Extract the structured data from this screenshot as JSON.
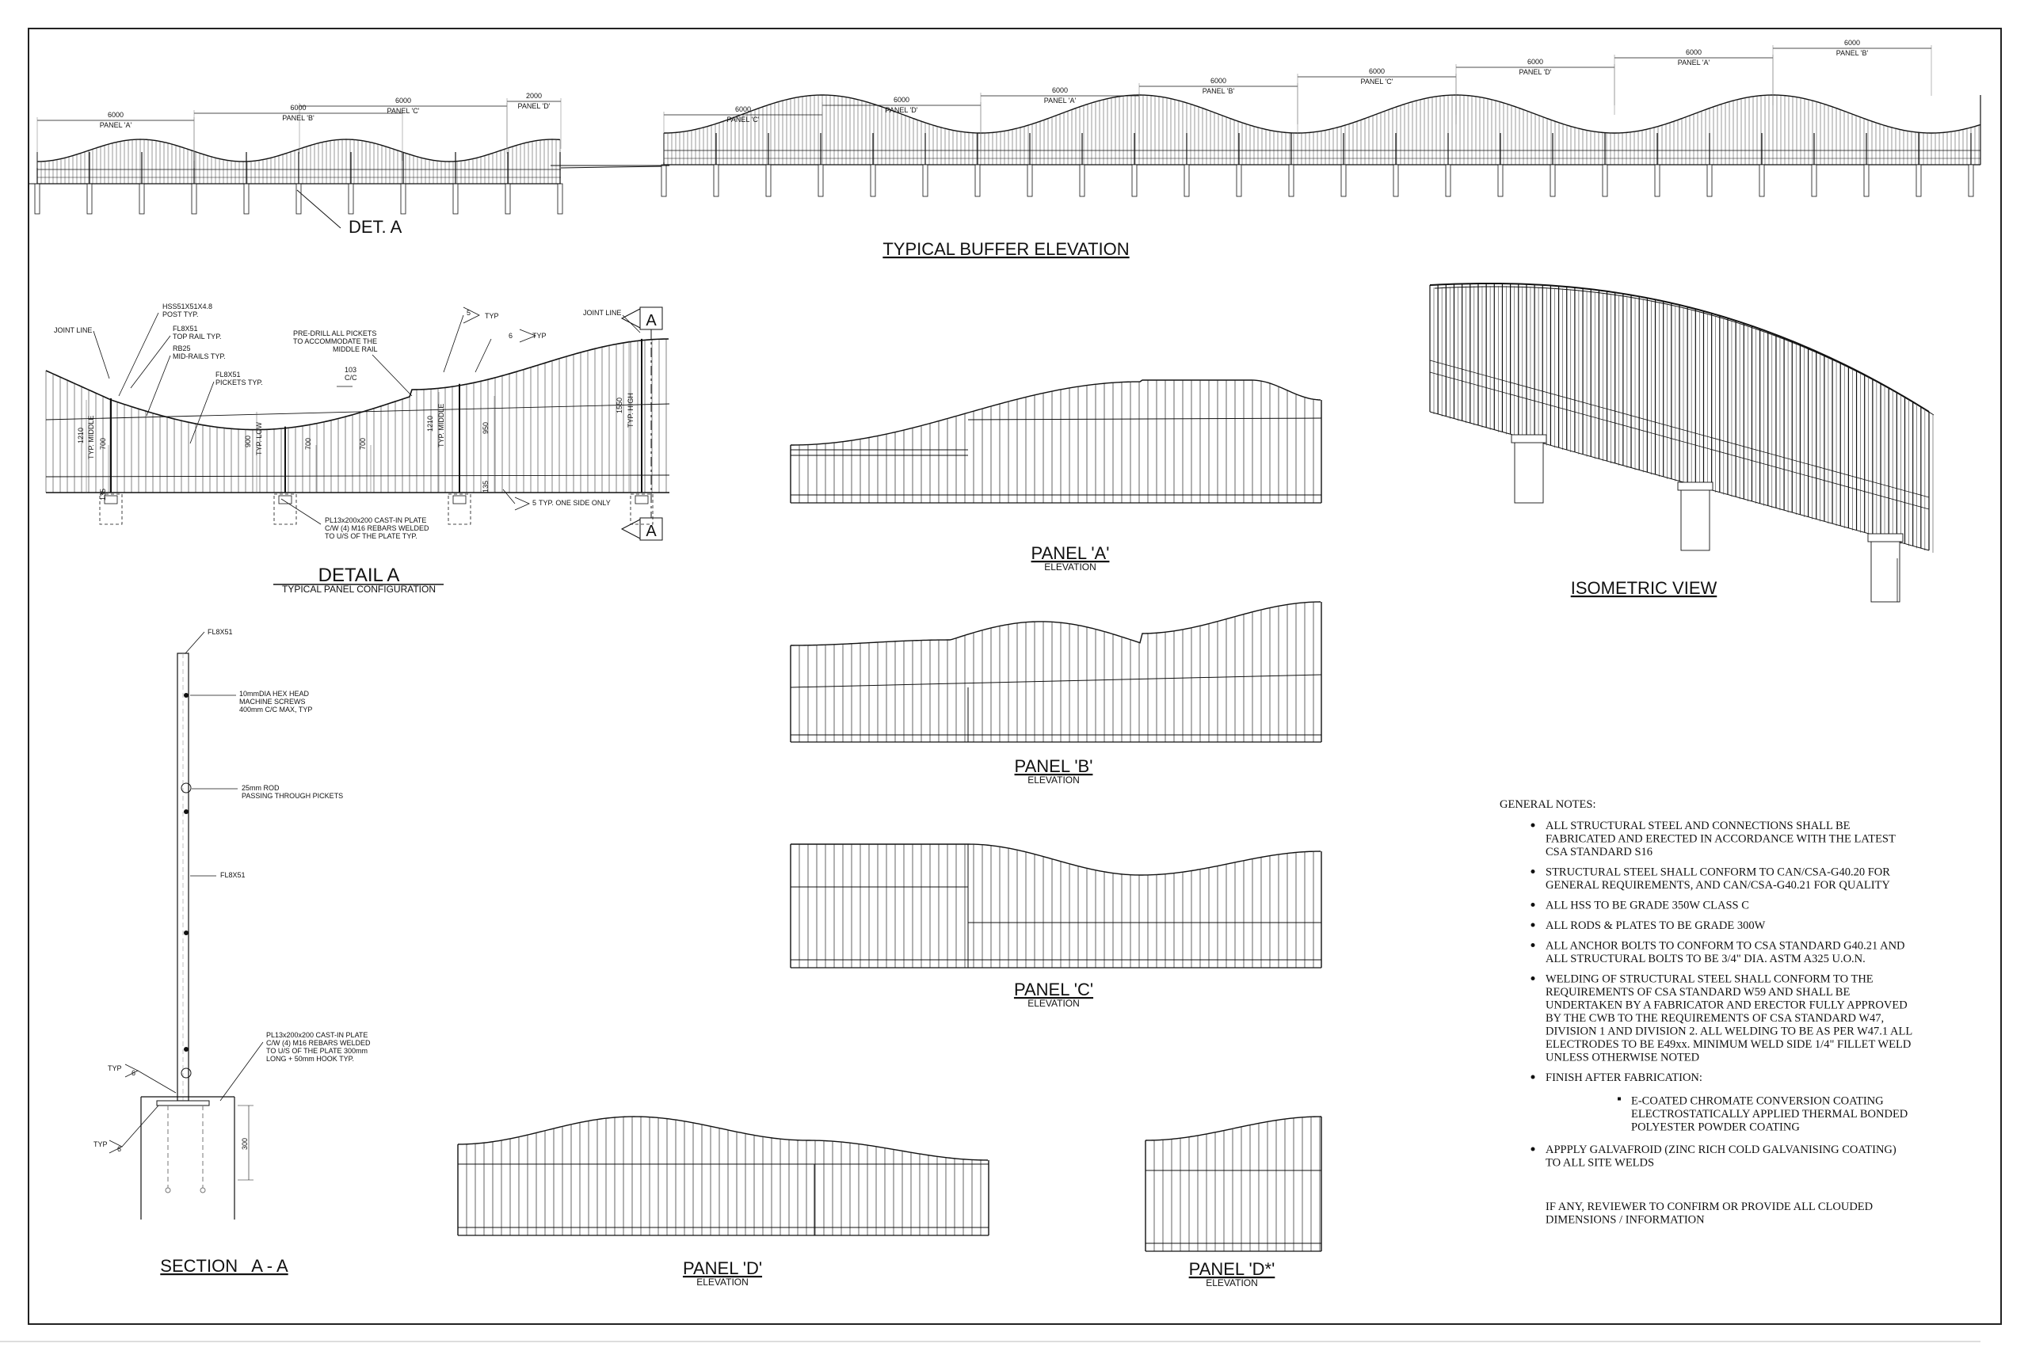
{
  "elevation": {
    "title": "TYPICAL BUFFER ELEVATION",
    "det_label": "DET. A",
    "left_dims": [
      {
        "value": "6000",
        "panel": "PANEL 'A'"
      },
      {
        "value": "6000",
        "panel": "PANEL 'B'"
      },
      {
        "value": "6000",
        "panel": "PANEL 'C'"
      },
      {
        "value": "2000",
        "panel": "PANEL 'D'"
      }
    ],
    "right_dims": [
      {
        "value": "6000",
        "panel": "PANEL 'C'"
      },
      {
        "value": "6000",
        "panel": "PANEL 'D'"
      },
      {
        "value": "6000",
        "panel": "PANEL 'A'"
      },
      {
        "value": "6000",
        "panel": "PANEL 'B'"
      },
      {
        "value": "6000",
        "panel": "PANEL 'C'"
      },
      {
        "value": "6000",
        "panel": "PANEL 'D'"
      },
      {
        "value": "6000",
        "panel": "PANEL 'A'"
      },
      {
        "value": "6000",
        "panel": "PANEL 'B'"
      }
    ]
  },
  "detail_a": {
    "title": "DETAIL A",
    "subtitle": "TYPICAL PANEL CONFIGURATION",
    "section_marker": "A",
    "annotations": {
      "joint_line_left": "JOINT LINE",
      "joint_line_right": "JOINT LINE",
      "post": [
        "HSS51X51X4.8",
        "POST TYP."
      ],
      "top_rail": [
        "FL8X51",
        "TOP RAIL TYP."
      ],
      "mid_rails": [
        "RB25",
        "MID-RAILS TYP."
      ],
      "pickets": [
        "FL8X51",
        "PICKETS TYP."
      ],
      "predrill": [
        "PRE-DRILL ALL PICKETS",
        "TO ACCOMMODATE THE",
        "MIDDLE RAIL"
      ],
      "spacing": [
        "103",
        "C/C"
      ],
      "weld_typ_1": "TYP",
      "weld_typ_2": "TYP",
      "weld_size_1": "5",
      "weld_size_2": "6",
      "plate": [
        "PL13x200x200 CAST-IN PLATE",
        "C/W (4) M16 REBARS WELDED",
        "TO U/S OF THE PLATE TYP."
      ],
      "one_side": "TYP. ONE SIDE ONLY"
    },
    "dims": {
      "d1210a": "1210",
      "typ_middle_a": "TYP. MIDDLE",
      "d700a": "700",
      "d900": "900",
      "typ_low": "TYP. LOW",
      "d700b": "700",
      "d700c": "700",
      "d1210b": "1210",
      "typ_middle_b": "TYP. MIDDLE",
      "d950": "950",
      "d1550": "1550",
      "typ_high": "TYP. HIGH",
      "d135a": "135",
      "d135b": "135"
    }
  },
  "isometric": {
    "title": "ISOMETRIC VIEW"
  },
  "panels": [
    {
      "title": "PANEL 'A'",
      "sub": "ELEVATION"
    },
    {
      "title": "PANEL 'B'",
      "sub": "ELEVATION"
    },
    {
      "title": "PANEL 'C'",
      "sub": "ELEVATION"
    },
    {
      "title": "PANEL 'D'",
      "sub": "ELEVATION"
    },
    {
      "title": "PANEL 'D*'",
      "sub": "ELEVATION"
    }
  ],
  "section": {
    "title": "SECTION   A - A",
    "annotations": {
      "top": "FL8X51",
      "screws": [
        "10mmDIA HEX HEAD",
        "MACHINE SCREWS",
        "400mm C/C MAX, TYP"
      ],
      "rod": [
        "25mm ROD",
        "PASSING THROUGH PICKETS"
      ],
      "mid": "FL8X51",
      "plate": [
        "PL13x200x200 CAST-IN PLATE",
        "C/W (4) M16 REBARS WELDED",
        "TO U/S OF THE PLATE 300mm",
        "LONG + 50mm HOOK TYP."
      ],
      "typ_a": "TYP",
      "typ_b": "TYP",
      "weld_a": "6",
      "weld_b": "6",
      "depth": "300"
    }
  },
  "notes": {
    "heading": "GENERAL NOTES:",
    "items": [
      [
        "ALL   STRUCTURAL   STEEL   AND   CONNECTIONS   SHALL   BE",
        "FABRICATED AND ERECTED IN ACCORDANCE WITH THE LATEST",
        "CSA STANDARD S16"
      ],
      [
        "STRUCTURAL STEEL SHALL CONFORM TO CAN/CSA-G40.20 FOR",
        "GENERAL REQUIREMENTS, AND CAN/CSA-G40.21 FOR QUALITY"
      ],
      [
        "ALL HSS TO BE GRADE 350W CLASS C"
      ],
      [
        "ALL RODS & PLATES TO BE GRADE 300W"
      ],
      [
        "ALL ANCHOR BOLTS TO CONFORM TO CSA STANDARD G40.21 AND",
        "ALL STRUCTURAL BOLTS TO BE 3/4\" DIA. ASTM A325 U.O.N."
      ],
      [
        "WELDING  OF  STRUCTURAL  STEEL  SHALL  CONFORM  TO  THE",
        "REQUIREMENTS  OF  CSA  STANDARD  W59  AND  SHALL  BE",
        "UNDERTAKEN BY A FABRICATOR AND ERECTOR FULLY APPROVED",
        "BY THE CWB TO THE REQUIREMENTS OF CSA STANDARD W47,",
        "DIVISION 1 AND DIVISION 2. ALL WELDING TO BE AS PER W47.1 ALL",
        "ELECTRODES TO BE E49xx. MINIMUM WELD SIDE 1/4\" FILLET WELD",
        "UNLESS OTHERWISE NOTED"
      ],
      [
        "FINISH AFTER FABRICATION:"
      ],
      [
        "APPPLY GALVAFROID (ZINC RICH COLD GALVANISING COATING)",
        "TO ALL SITE WELDS"
      ]
    ],
    "sub_item": [
      "E-COATED   CHROMATE   CONVERSION   COATING",
      "ELECTROSTATICALLY APPLIED THERMAL BONDED",
      "POLYESTER POWDER COATING"
    ],
    "closing": [
      "IF  ANY,  REVIEWER  TO  CONFIRM  OR  PROVIDE  ALL  CLOUDED",
      "DIMENSIONS / INFORMATION"
    ]
  }
}
